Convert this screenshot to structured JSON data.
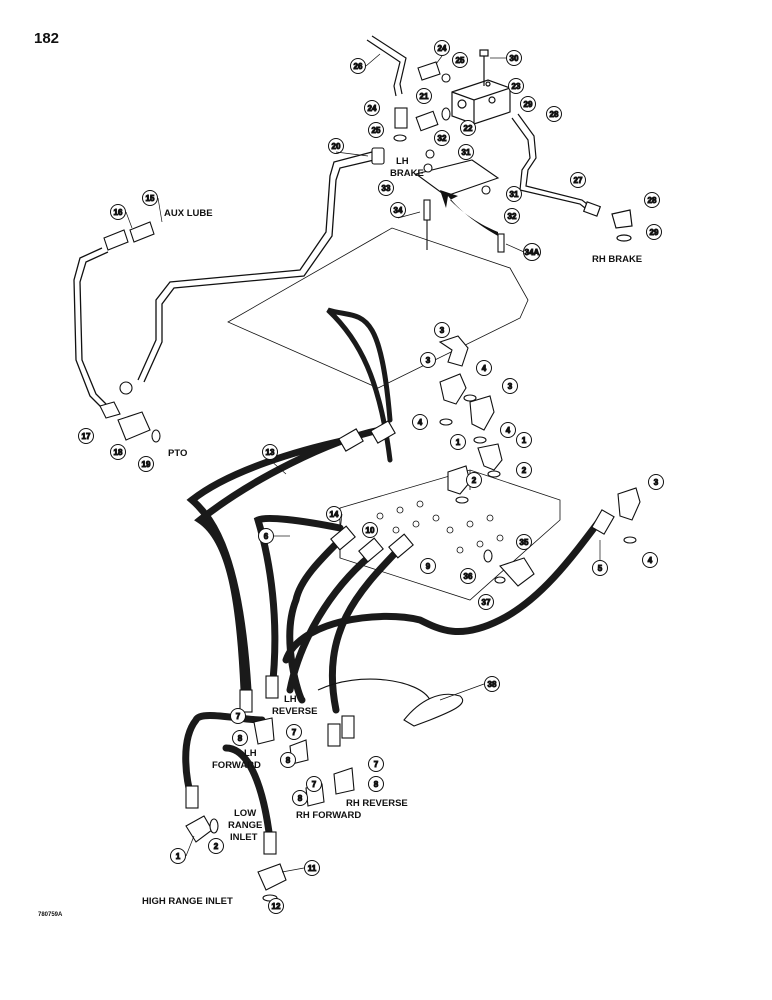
{
  "page_number": "182",
  "figure_code": "780759A",
  "colors": {
    "ink": "#111111",
    "paper": "#ffffff",
    "hose": "#1a1a1a"
  },
  "labels": {
    "aux_lube": "AUX LUBE",
    "pto": "PTO",
    "lh_brake_1": "LH",
    "lh_brake_2": "BRAKE",
    "rh_brake": "RH BRAKE",
    "lh_reverse_1": "LH",
    "lh_reverse_2": "REVERSE",
    "lh_forward_1": "LH",
    "lh_forward_2": "FORWARD",
    "low_range_1": "LOW",
    "low_range_2": "RANGE",
    "low_range_3": "INLET",
    "rh_reverse": "RH REVERSE",
    "rh_forward": "RH FORWARD",
    "high_range_inlet": "HIGH RANGE INLET"
  },
  "callouts": [
    "30",
    "24",
    "26",
    "25",
    "23",
    "21",
    "24",
    "29",
    "28",
    "22",
    "25",
    "32",
    "20",
    "31",
    "27",
    "33",
    "31",
    "28",
    "15",
    "16",
    "34",
    "32",
    "29",
    "34A",
    "3",
    "3",
    "4",
    "3",
    "4",
    "4",
    "1",
    "1",
    "2",
    "2",
    "3",
    "17",
    "18",
    "19",
    "13",
    "14",
    "6",
    "10",
    "9",
    "35",
    "4",
    "5",
    "36",
    "37",
    "38",
    "7",
    "7",
    "8",
    "8",
    "7",
    "7",
    "8",
    "8",
    "1",
    "2",
    "11",
    "12"
  ]
}
